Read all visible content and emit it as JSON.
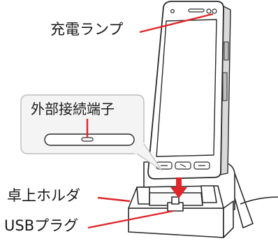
{
  "labels": {
    "charge_lamp": "充電ランプ",
    "external_port": "外部接続端子",
    "desktop_holder": "卓上ホルダ",
    "usb_plug": "USBプラグ"
  },
  "colors": {
    "leader_line": "#e0262b",
    "arrow": "#e0262b",
    "outline": "#2a2a2a",
    "callout_fill": "#f4f4f4",
    "callout_border": "#bdbdbd"
  },
  "icons": [
    "down-arrow-icon"
  ]
}
